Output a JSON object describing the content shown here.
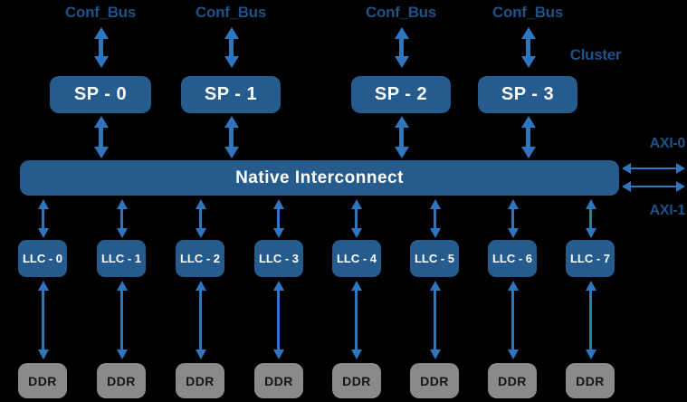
{
  "colors": {
    "background": "#000000",
    "box_blue": "#265b8e",
    "arrow_blue": "#2f76be",
    "label_blue": "#1f5286",
    "ddr_gray": "#8a8a8a",
    "ddr_text": "#161616",
    "box_text": "#ffffff"
  },
  "labels": {
    "cluster": "Cluster",
    "interconnect": "Native Interconnect",
    "axi0": "AXI-0",
    "axi1": "AXI-1"
  },
  "conf_bus": [
    {
      "label": "Conf_Bus"
    },
    {
      "label": "Conf_Bus"
    },
    {
      "label": "Conf_Bus"
    },
    {
      "label": "Conf_Bus"
    }
  ],
  "sp_units": [
    {
      "label": "SP - 0"
    },
    {
      "label": "SP - 1"
    },
    {
      "label": "SP - 2"
    },
    {
      "label": "SP - 3"
    }
  ],
  "llc_units": [
    {
      "label": "LLC - 0"
    },
    {
      "label": "LLC - 1"
    },
    {
      "label": "LLC - 2"
    },
    {
      "label": "LLC - 3"
    },
    {
      "label": "LLC - 4"
    },
    {
      "label": "LLC - 5"
    },
    {
      "label": "LLC - 6"
    },
    {
      "label": "LLC - 7"
    }
  ],
  "ddr_units": [
    {
      "label": "DDR"
    },
    {
      "label": "DDR"
    },
    {
      "label": "DDR"
    },
    {
      "label": "DDR"
    },
    {
      "label": "DDR"
    },
    {
      "label": "DDR"
    },
    {
      "label": "DDR"
    },
    {
      "label": "DDR"
    }
  ]
}
